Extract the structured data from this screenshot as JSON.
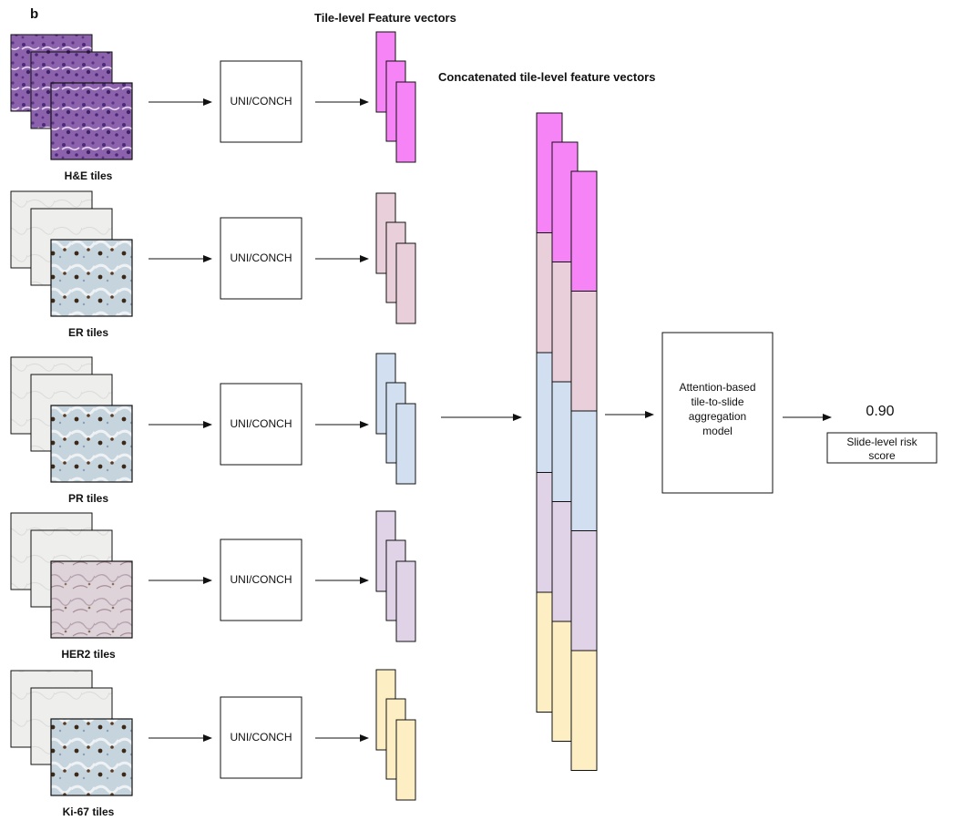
{
  "panel_label": "b",
  "headers": {
    "tile_features": "Tile-level Feature vectors",
    "concatenated": "Concatenated tile-level feature vectors"
  },
  "rows": [
    {
      "tile_label": "H&E tiles",
      "encoder": "UNI/CONCH",
      "color": "#f684f6",
      "stain": "he"
    },
    {
      "tile_label": "ER tiles",
      "encoder": "UNI/CONCH",
      "color": "#e8cfd9",
      "stain": "ihc"
    },
    {
      "tile_label": "PR tiles",
      "encoder": "UNI/CONCH",
      "color": "#d2dff0",
      "stain": "ihc"
    },
    {
      "tile_label": "HER2 tiles",
      "encoder": "UNI/CONCH",
      "color": "#e0d3e8",
      "stain": "ihc-light"
    },
    {
      "tile_label": "Ki-67 tiles",
      "encoder": "UNI/CONCH",
      "color": "#fdeec4",
      "stain": "ihc"
    }
  ],
  "aggregation": {
    "lines": [
      "Attention-based",
      "tile-to-slide",
      "aggregation",
      "model"
    ]
  },
  "output": {
    "score": "0.90",
    "label_lines": [
      "Slide-level risk",
      "score"
    ]
  },
  "colors": {
    "stroke": "#111111",
    "he_tile_bg": "#8a5aa8",
    "ihc_tile_bg": "#c9d5dc"
  }
}
